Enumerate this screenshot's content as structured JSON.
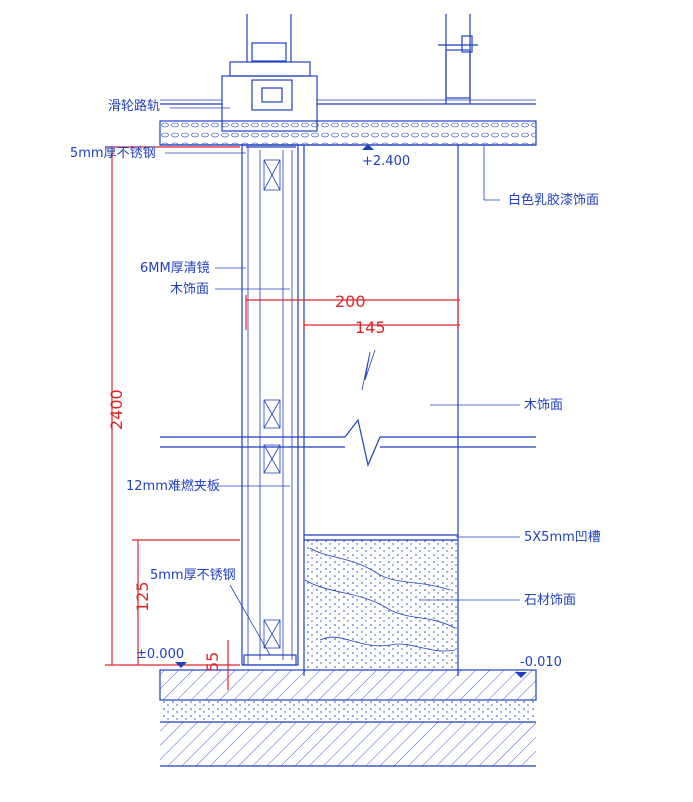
{
  "labels": {
    "slide_rail": "滑轮路轨",
    "steel_top": "5mm厚不锈钢",
    "elev_top": "+2.400",
    "latex_paint": "白色乳胶漆饰面",
    "mirror": "6MM厚清镜",
    "wood_face_left": "木饰面",
    "wood_face_right": "木饰面",
    "fire_board": "12mm难燃夹板",
    "groove": "5X5mm凹槽",
    "steel_bottom": "5mm厚不锈钢",
    "stone_face": "石材饰面",
    "elev_zero": "±0.000",
    "elev_minus": "-0.010"
  },
  "dimensions": {
    "d200": "200",
    "d145": "145",
    "d2400": "2400",
    "d125": "125",
    "d55": "55"
  },
  "colors": {
    "line": "#1f3fbf",
    "dimension": "#e0262a"
  }
}
